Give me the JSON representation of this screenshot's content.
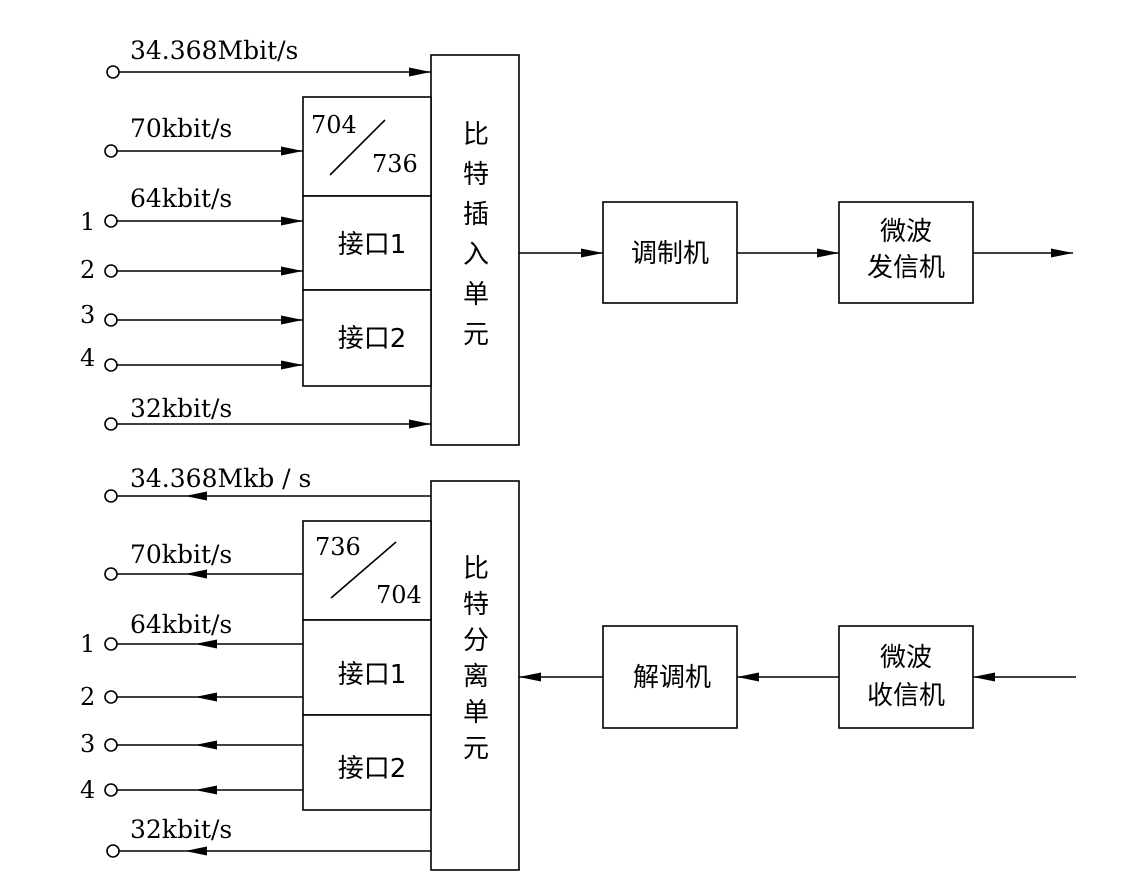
{
  "transmit": {
    "inputs": {
      "in_34m": "34.368Mbit/s",
      "in_70k": "70kbit/s",
      "in_64k": "64kbit/s",
      "in_32k": "32kbit/s"
    },
    "ports": [
      "1",
      "2",
      "3",
      "4"
    ],
    "converter": {
      "top": "704",
      "bottom": "736"
    },
    "interface1": "接口1",
    "interface2": "接口2",
    "unit_chars": [
      "比",
      "特",
      "插",
      "入",
      "单",
      "元"
    ],
    "modulator": "调制机",
    "transmitter": [
      "微波",
      "发信机"
    ]
  },
  "receive": {
    "outputs": {
      "out_34m": "34.368Mkb / s",
      "out_70k": "70kbit/s",
      "out_64k": "64kbit/s",
      "out_32k": "32kbit/s"
    },
    "ports": [
      "1",
      "2",
      "3",
      "4"
    ],
    "converter": {
      "top": "736",
      "bottom": "704"
    },
    "interface1": "接口1",
    "interface2": "接口2",
    "unit_chars": [
      "比",
      "特",
      "分",
      "离",
      "单",
      "元"
    ],
    "demodulator": "解调机",
    "receiver": [
      "微波",
      "收信机"
    ]
  }
}
